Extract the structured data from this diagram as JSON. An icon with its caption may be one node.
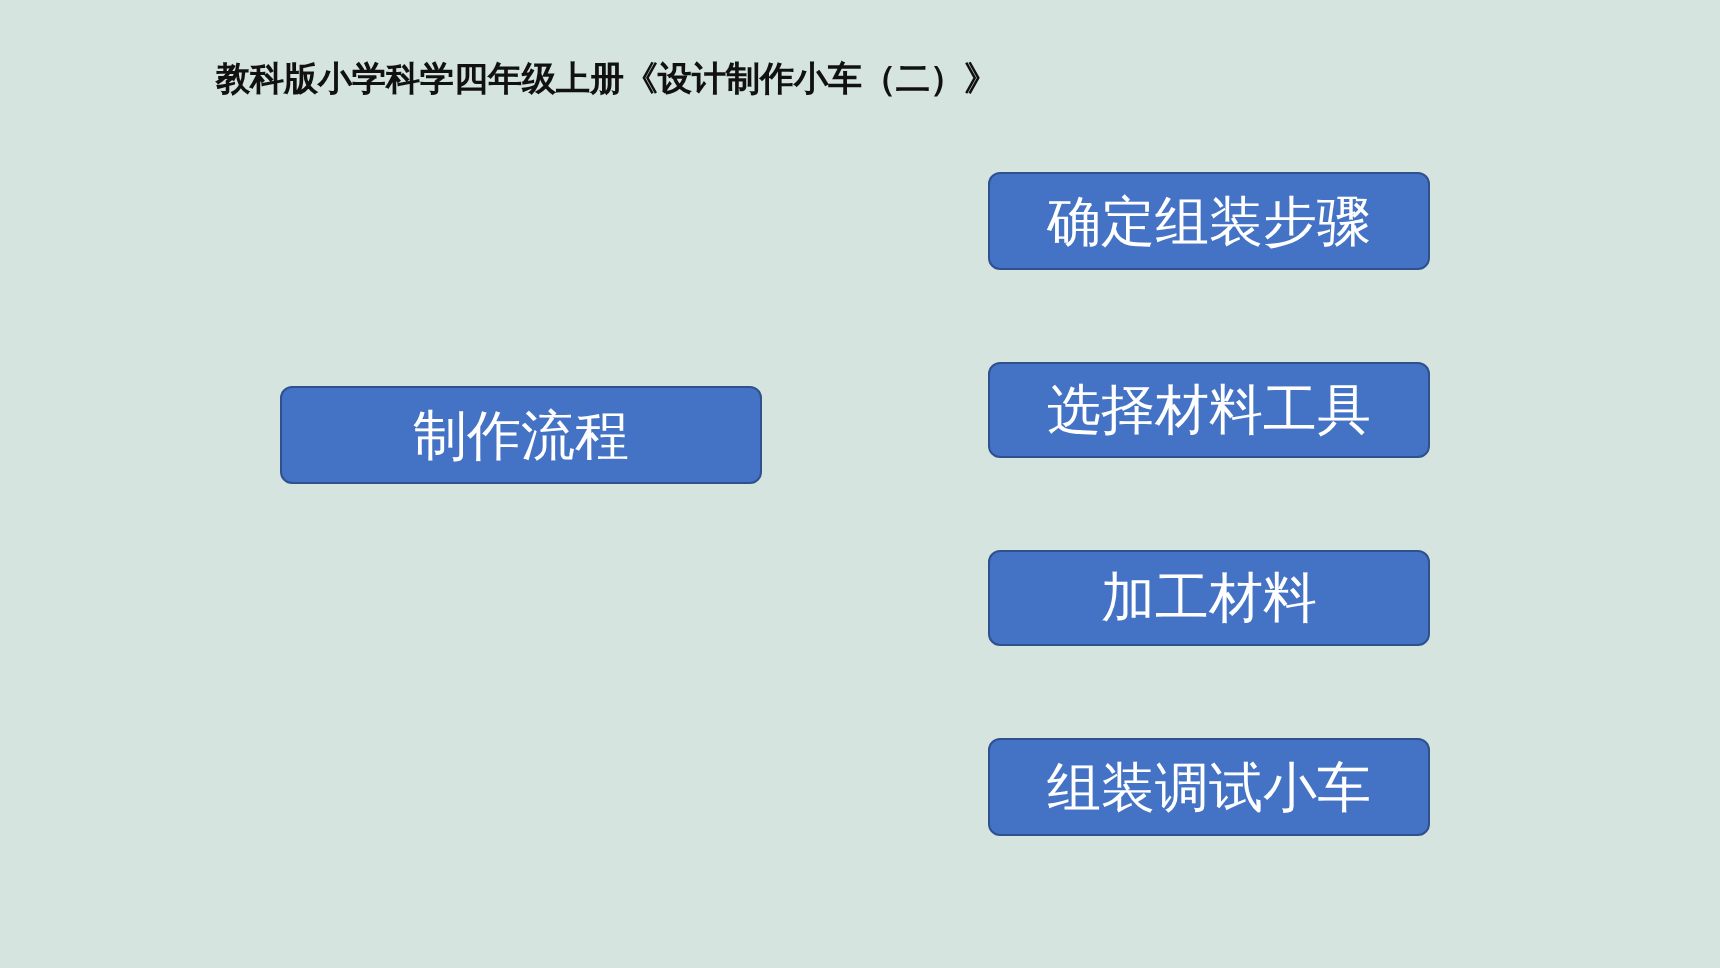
{
  "diagram": {
    "title": "教科版小学科学四年级上册《设计制作小车（二）》",
    "nodes": [
      {
        "text": [
          "确定组装步骤"
        ]
      },
      {
        "text": [
          "制作流程"
        ]
      },
      {
        "text": [
          "选择材料工具"
        ]
      },
      {
        "text": [
          "加工材料"
        ]
      },
      {
        "text": [
          "组装调试小车"
        ]
      }
    ]
  }
}
